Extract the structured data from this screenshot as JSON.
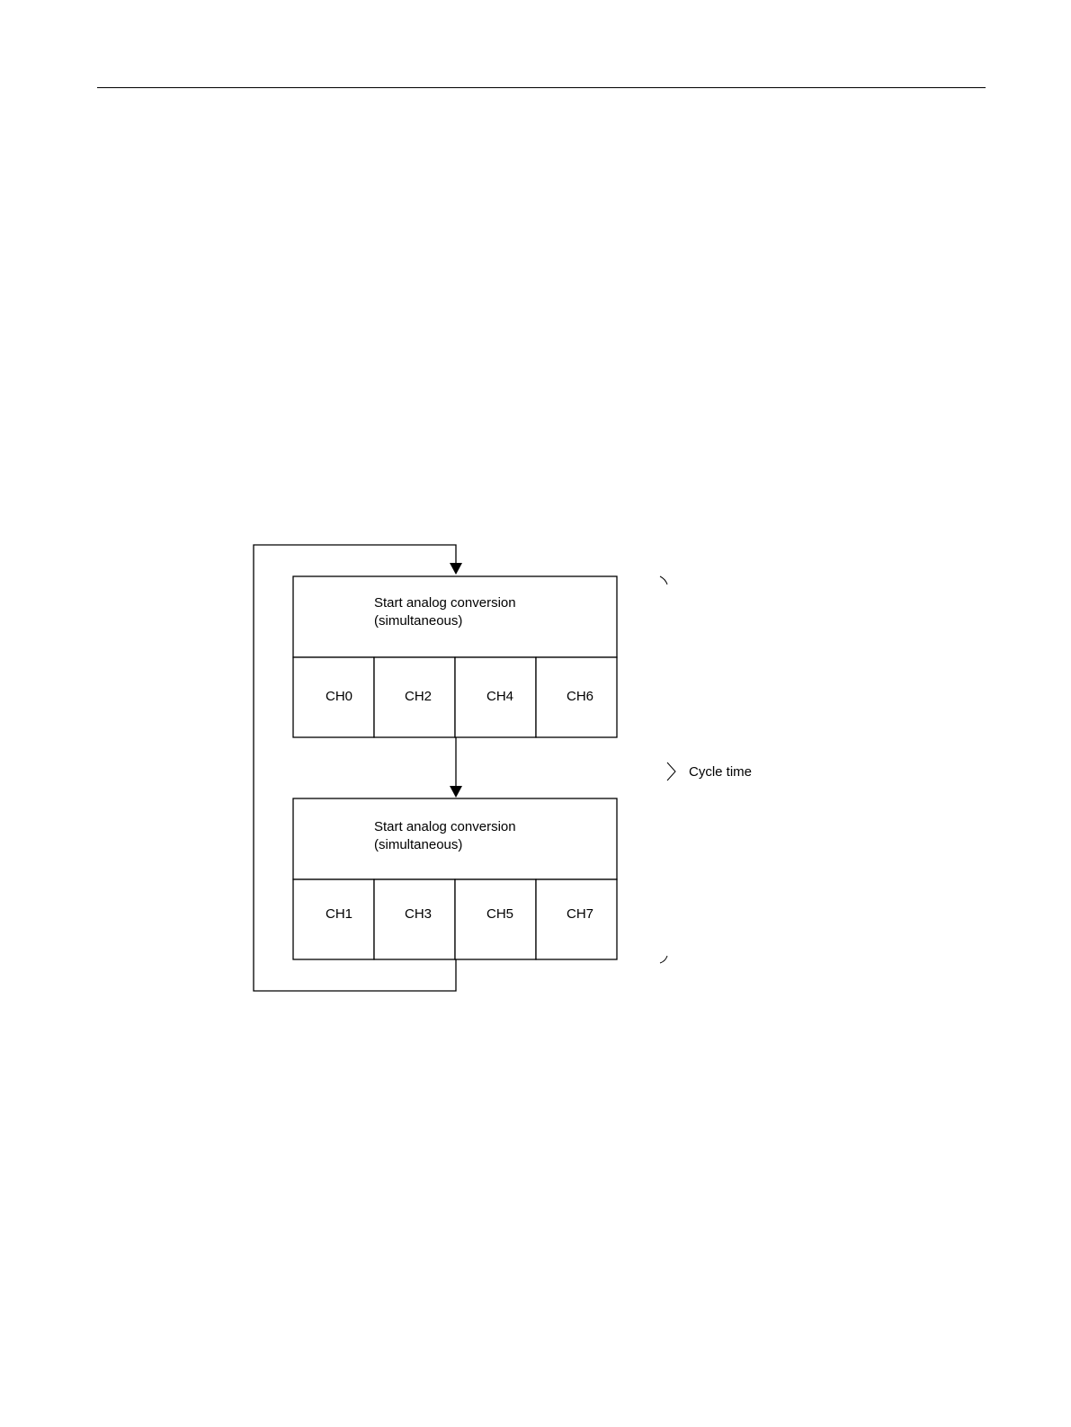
{
  "diagram": {
    "stages": [
      {
        "title_line1": "Start analog conversion",
        "title_line2": "(simultaneous)",
        "channels": [
          "CH0",
          "CH2",
          "CH4",
          "CH6"
        ]
      },
      {
        "title_line1": "Start analog conversion",
        "title_line2": "(simultaneous)",
        "channels": [
          "CH1",
          "CH3",
          "CH5",
          "CH7"
        ]
      }
    ],
    "cycle_label": "Cycle time"
  }
}
